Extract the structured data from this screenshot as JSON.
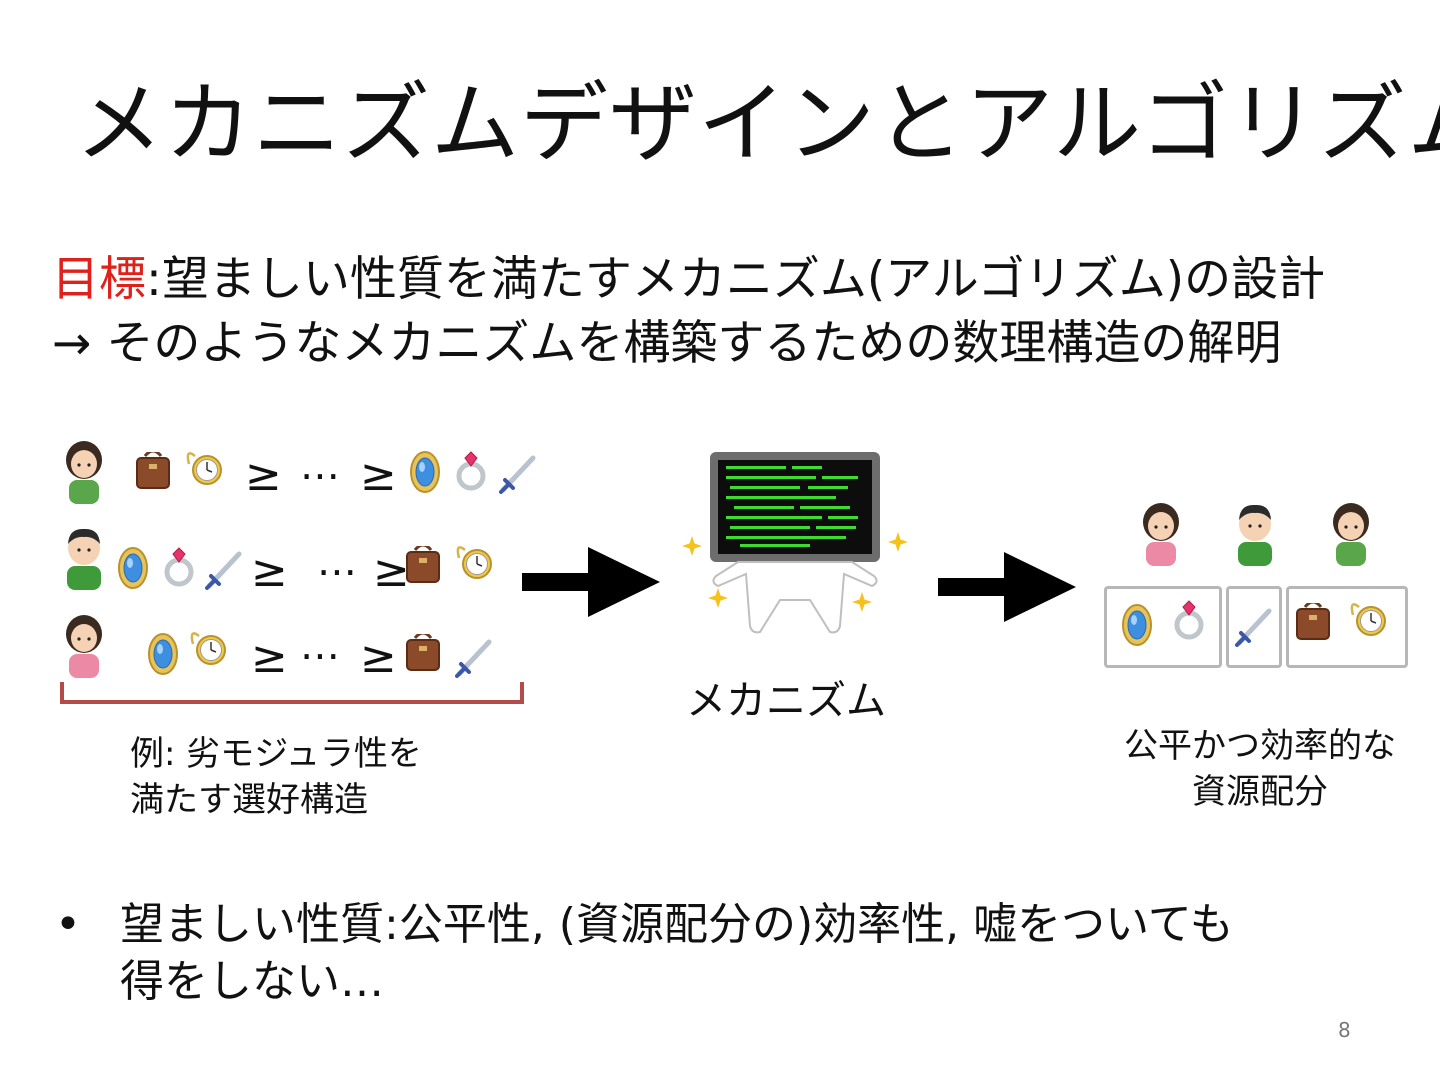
{
  "slide": {
    "title": "メカニズムデザインとアルゴリズム",
    "goal": {
      "keyword": "目標",
      "line1": ":望ましい性質を満たすメカニズム(アルゴリズム)の設計",
      "line2": "→ そのようなメカニズムを構築するための数理構造の解明"
    },
    "preferences": {
      "geq": "≥",
      "dots": "⋯",
      "caption_line1": "例: 劣モジュラ性を",
      "caption_line2": "満たす選好構造"
    },
    "mechanism_label": "メカニズム",
    "allocation": {
      "caption_line1": "公平かつ効率的な",
      "caption_line2": "資源配分"
    },
    "bullet": {
      "marker": "•",
      "line1": "望ましい性質:公平性, (資源配分の)効率性, 嘘をついても",
      "line2": "得をしない…"
    },
    "page_number": "8"
  },
  "colors": {
    "accent_red": "#e0201b",
    "bracket": "#b54a4a",
    "screen_text": "#3ddc2f"
  }
}
